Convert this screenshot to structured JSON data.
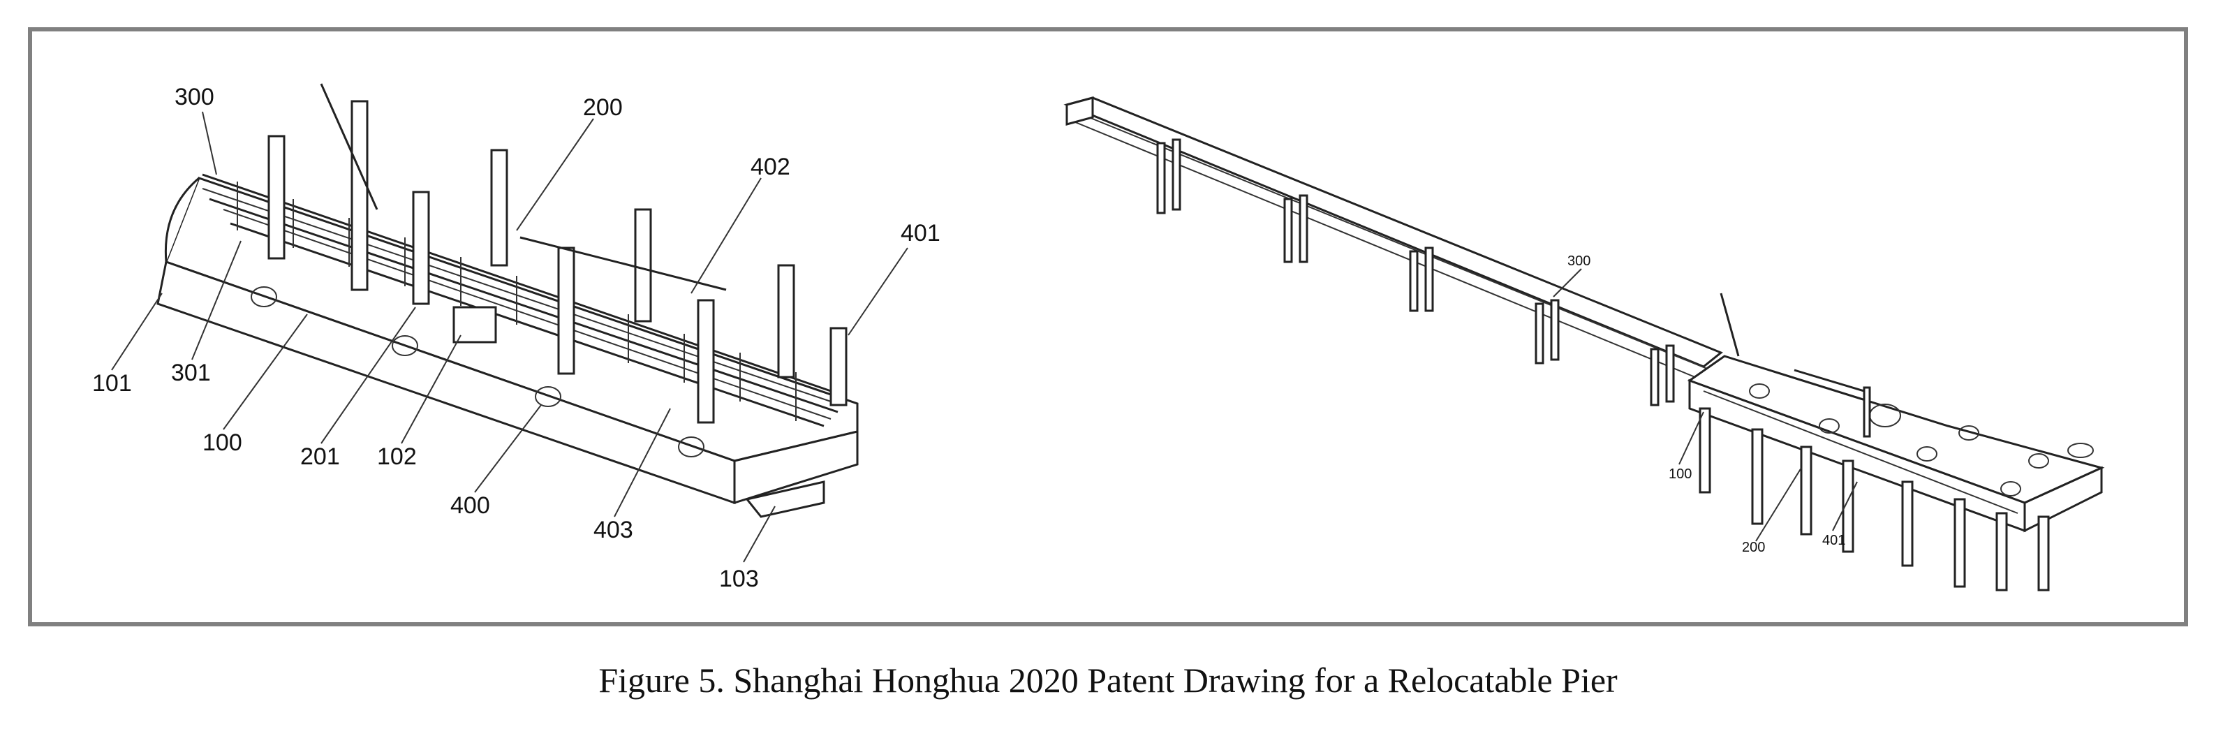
{
  "figure": {
    "left_drawing": {
      "labels": [
        "300",
        "200",
        "402",
        "401",
        "101",
        "301",
        "100",
        "201",
        "102",
        "400",
        "403",
        "103"
      ]
    },
    "right_drawing": {
      "labels": [
        "300",
        "100",
        "200",
        "401"
      ]
    },
    "border_color": "#808080"
  },
  "caption": "Figure 5. Shanghai Honghua 2020 Patent Drawing for a Relocatable Pier"
}
